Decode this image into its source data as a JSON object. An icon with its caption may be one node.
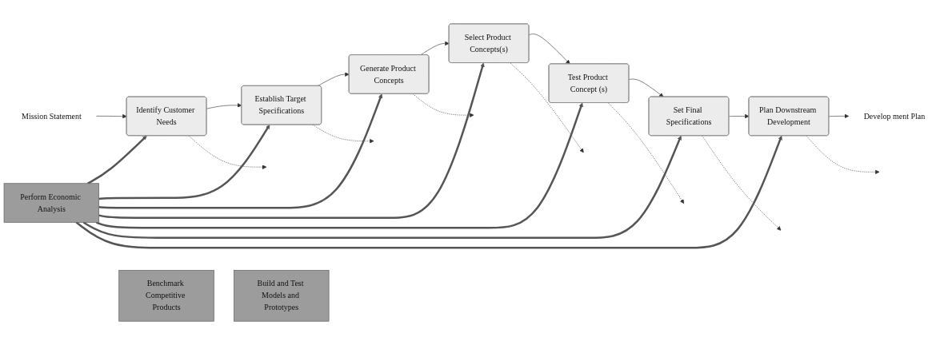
{
  "diagram": {
    "nodes": [
      {
        "text": [
          "Mission Statement"
        ]
      },
      {
        "text": [
          "Identify Customer Needs"
        ]
      },
      {
        "text": [
          "Establish Target Specifications"
        ]
      },
      {
        "text": [
          "Generate Product Concepts"
        ]
      },
      {
        "text": [
          "Select Product Concepts(s)"
        ]
      },
      {
        "text": [
          "Test Product Concept (s)"
        ]
      },
      {
        "text": [
          "Set Final Specifications"
        ]
      },
      {
        "text": [
          "Plan Downstream Development"
        ]
      },
      {
        "text": [
          "Develop ment Plan"
        ]
      },
      {
        "text": [
          "Perform Economic Analysis"
        ]
      },
      {
        "text": [
          "Benchmark Competitive Products"
        ]
      },
      {
        "text": [
          "Build and Test Models and Prototypes"
        ]
      }
    ],
    "edges": [
      {
        "from": 0,
        "to": 1,
        "arrow": "to"
      },
      {
        "from": 1,
        "to": 2,
        "arrow": "to"
      },
      {
        "from": 2,
        "to": 3,
        "arrow": "to"
      },
      {
        "from": 3,
        "to": 4,
        "arrow": "to"
      },
      {
        "from": 4,
        "to": 5,
        "arrow": "to"
      },
      {
        "from": 5,
        "to": 6,
        "arrow": "to"
      },
      {
        "from": 6,
        "to": 7,
        "arrow": "to"
      },
      {
        "from": 7,
        "to": 8,
        "arrow": "to"
      },
      {
        "from": 1,
        "to": null,
        "arrow": "to",
        "style": "dashed"
      },
      {
        "from": 2,
        "to": null,
        "arrow": "to",
        "style": "dashed"
      },
      {
        "from": 3,
        "to": null,
        "arrow": "to",
        "style": "dashed"
      },
      {
        "from": 4,
        "to": null,
        "arrow": "to",
        "style": "dashed"
      },
      {
        "from": 5,
        "to": null,
        "arrow": "to",
        "style": "dashed"
      },
      {
        "from": 6,
        "to": null,
        "arrow": "to",
        "style": "dashed"
      },
      {
        "from": 7,
        "to": null,
        "arrow": "to",
        "style": "dashed"
      },
      {
        "from": 9,
        "to": 1,
        "arrow": "to",
        "style": "thick",
        "color": "#555555"
      },
      {
        "from": 9,
        "to": 2,
        "arrow": "to",
        "style": "thick",
        "color": "#555555"
      },
      {
        "from": 9,
        "to": 3,
        "arrow": "to",
        "style": "thick",
        "color": "#555555"
      },
      {
        "from": 9,
        "to": 4,
        "arrow": "to",
        "style": "thick",
        "color": "#555555"
      },
      {
        "from": 9,
        "to": 5,
        "arrow": "to",
        "style": "thick",
        "color": "#555555"
      },
      {
        "from": 9,
        "to": 6,
        "arrow": "to",
        "style": "thick",
        "color": "#555555"
      },
      {
        "from": 9,
        "to": 7,
        "arrow": "to",
        "style": "thick",
        "color": "#555555"
      }
    ]
  }
}
